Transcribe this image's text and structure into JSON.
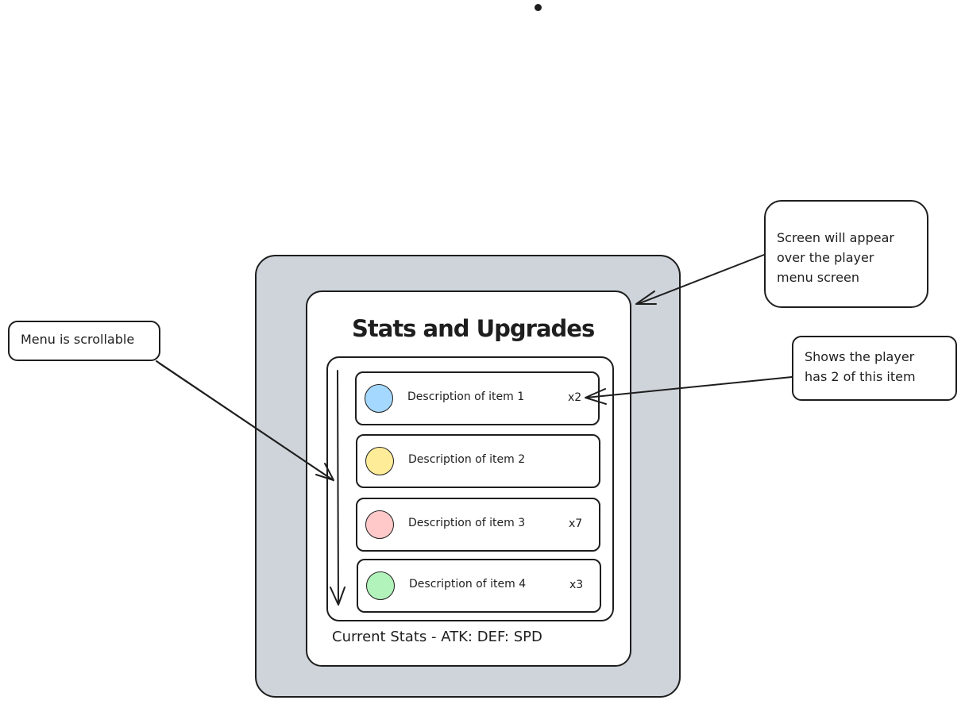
{
  "menu": {
    "title": "Stats and Upgrades",
    "items": [
      {
        "description": "Description of item 1",
        "quantity": "x2",
        "color": "#a5d8ff"
      },
      {
        "description": "Description of item 2",
        "quantity": "",
        "color": "#ffec99"
      },
      {
        "description": "Description of item 3",
        "quantity": "x7",
        "color": "#ffc9c9"
      },
      {
        "description": "Description of item 4",
        "quantity": "x3",
        "color": "#b2f2bb"
      }
    ],
    "stats": "Current Stats - ATK: DEF: SPD"
  },
  "annotations": {
    "scrollable": "Menu is scrollable",
    "overlay": "Screen will appear\nover the player\nmenu screen",
    "count": "Shows the player\nhas 2 of this item"
  },
  "colors": {
    "frame": "#ced4da",
    "stroke": "#1e1e1e"
  }
}
